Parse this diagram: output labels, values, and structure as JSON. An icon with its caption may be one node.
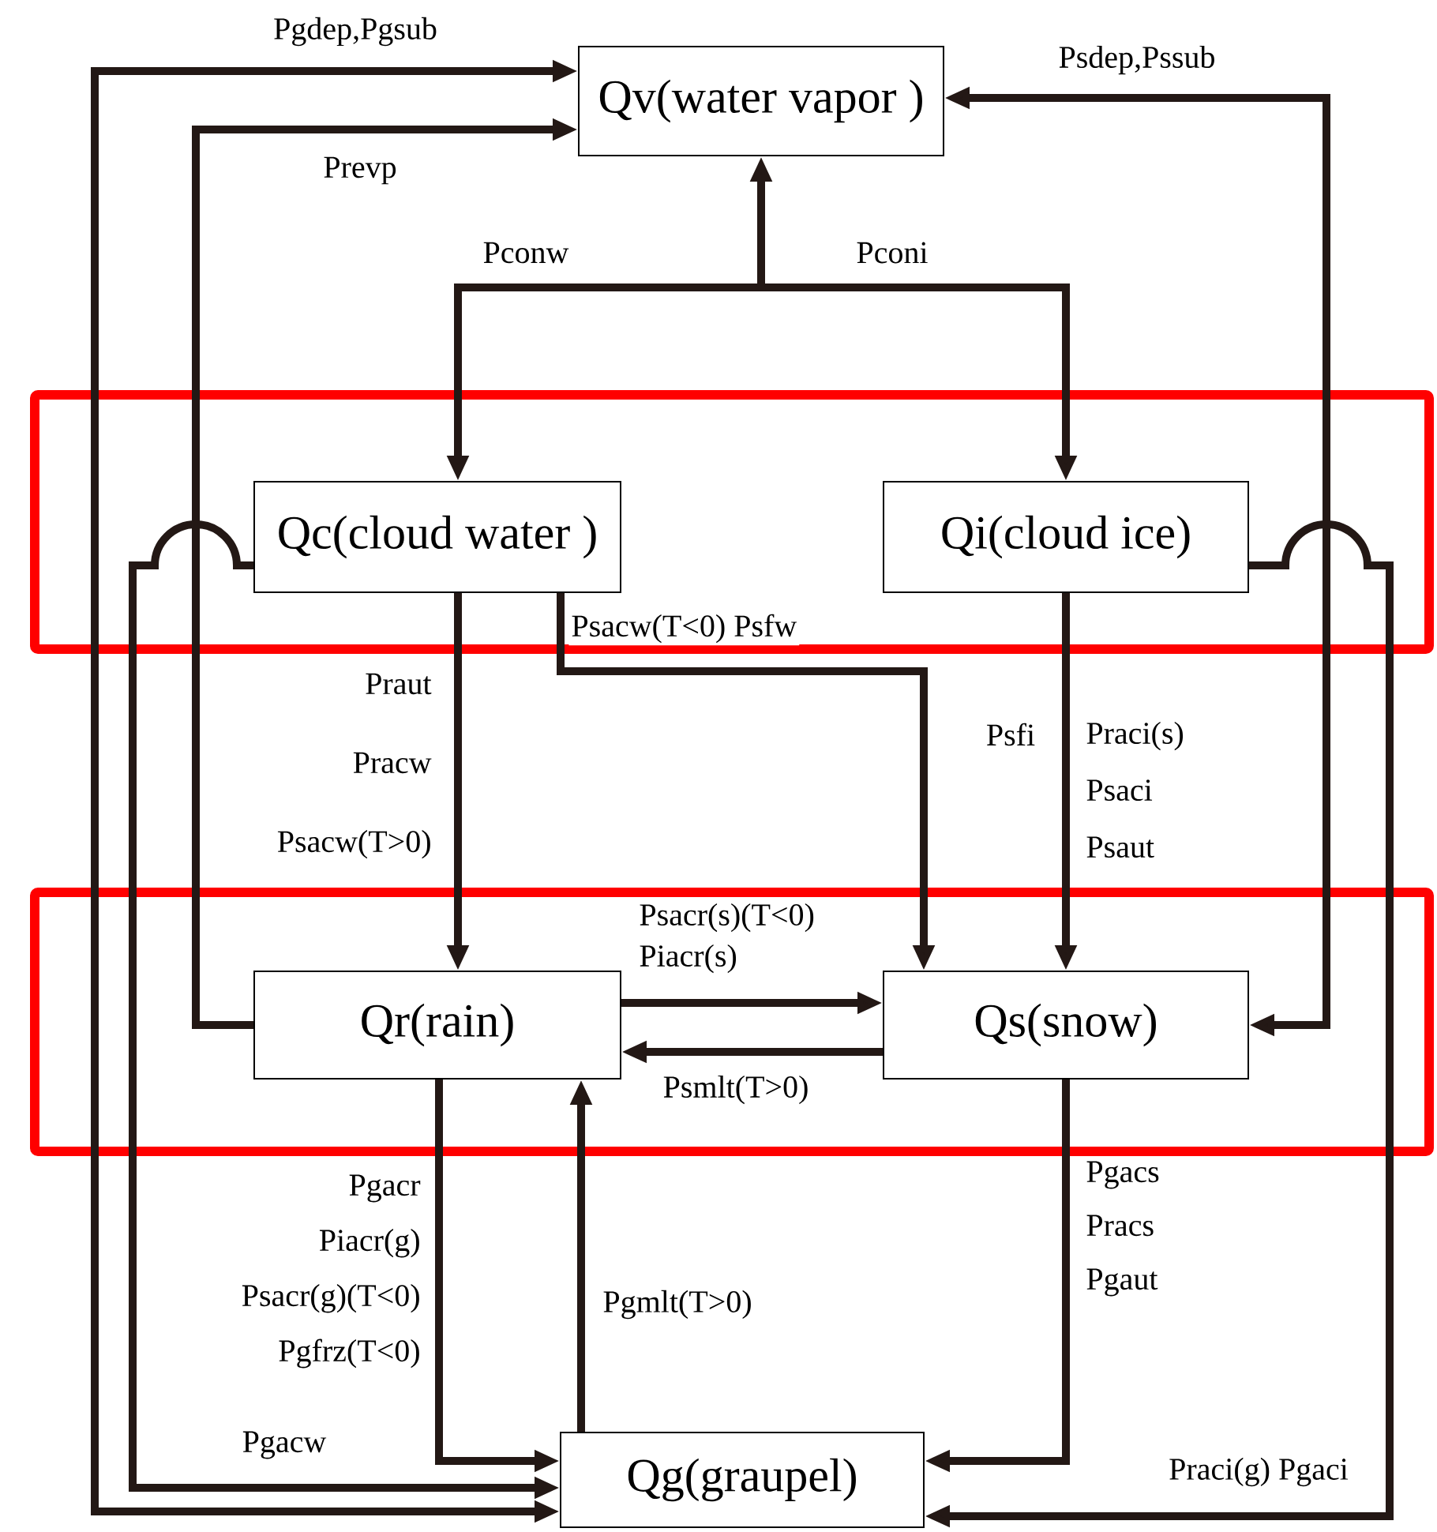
{
  "diagram": {
    "nodes": [
      {
        "text": [
          "Qv(water vapor )"
        ]
      },
      {
        "text": [
          "Qc(cloud water )"
        ]
      },
      {
        "text": [
          "Qi(cloud ice)"
        ]
      },
      {
        "text": [
          "Qr(rain)"
        ]
      },
      {
        "text": [
          "Qs(snow)"
        ]
      },
      {
        "text": [
          "Qg(graupel)"
        ]
      }
    ],
    "edges": [
      {
        "from": 5,
        "to": 0,
        "arrow": "both",
        "label": "Pgdep,Pgsub"
      },
      {
        "from": 3,
        "to": 0,
        "arrow": "to",
        "label": "Prevp"
      },
      {
        "from": 4,
        "to": 0,
        "arrow": "both",
        "label": "Psdep,Pssub"
      },
      {
        "from": 1,
        "to": 0,
        "arrow": "both",
        "label": "Pconw"
      },
      {
        "from": 2,
        "to": 0,
        "arrow": "both",
        "label": "Pconi"
      },
      {
        "from": 1,
        "to": 3,
        "arrow": "to",
        "label": "Praut Pracw Psacw(T>0)"
      },
      {
        "from": 1,
        "to": 4,
        "arrow": "to",
        "label": "Psacw(T<0) Psfw"
      },
      {
        "from": 2,
        "to": 4,
        "arrow": "to",
        "label": "Praci(s) Psaci Psaut"
      },
      {
        "from": 3,
        "to": 4,
        "arrow": "to",
        "label": "Psacr(s)(T<0) Piacr(s)"
      },
      {
        "from": 4,
        "to": 3,
        "arrow": "to",
        "label": "Psmlt(T>0)"
      },
      {
        "from": 1,
        "to": 5,
        "arrow": "to",
        "label": "Pgacw"
      },
      {
        "from": 2,
        "to": 5,
        "arrow": "to",
        "label": "Praci(g) Pgaci"
      },
      {
        "from": 3,
        "to": 5,
        "arrow": "to",
        "label": "Pgacr Piacr(g) Psacr(g)(T<0) Pgfrz(T<0)"
      },
      {
        "from": 5,
        "to": 3,
        "arrow": "to",
        "label": "Pgmlt(T>0)"
      },
      {
        "from": 4,
        "to": 5,
        "arrow": "to",
        "label": "Pgacs Pracs Pgaut"
      }
    ],
    "labels": [
      "Psfi"
    ]
  }
}
